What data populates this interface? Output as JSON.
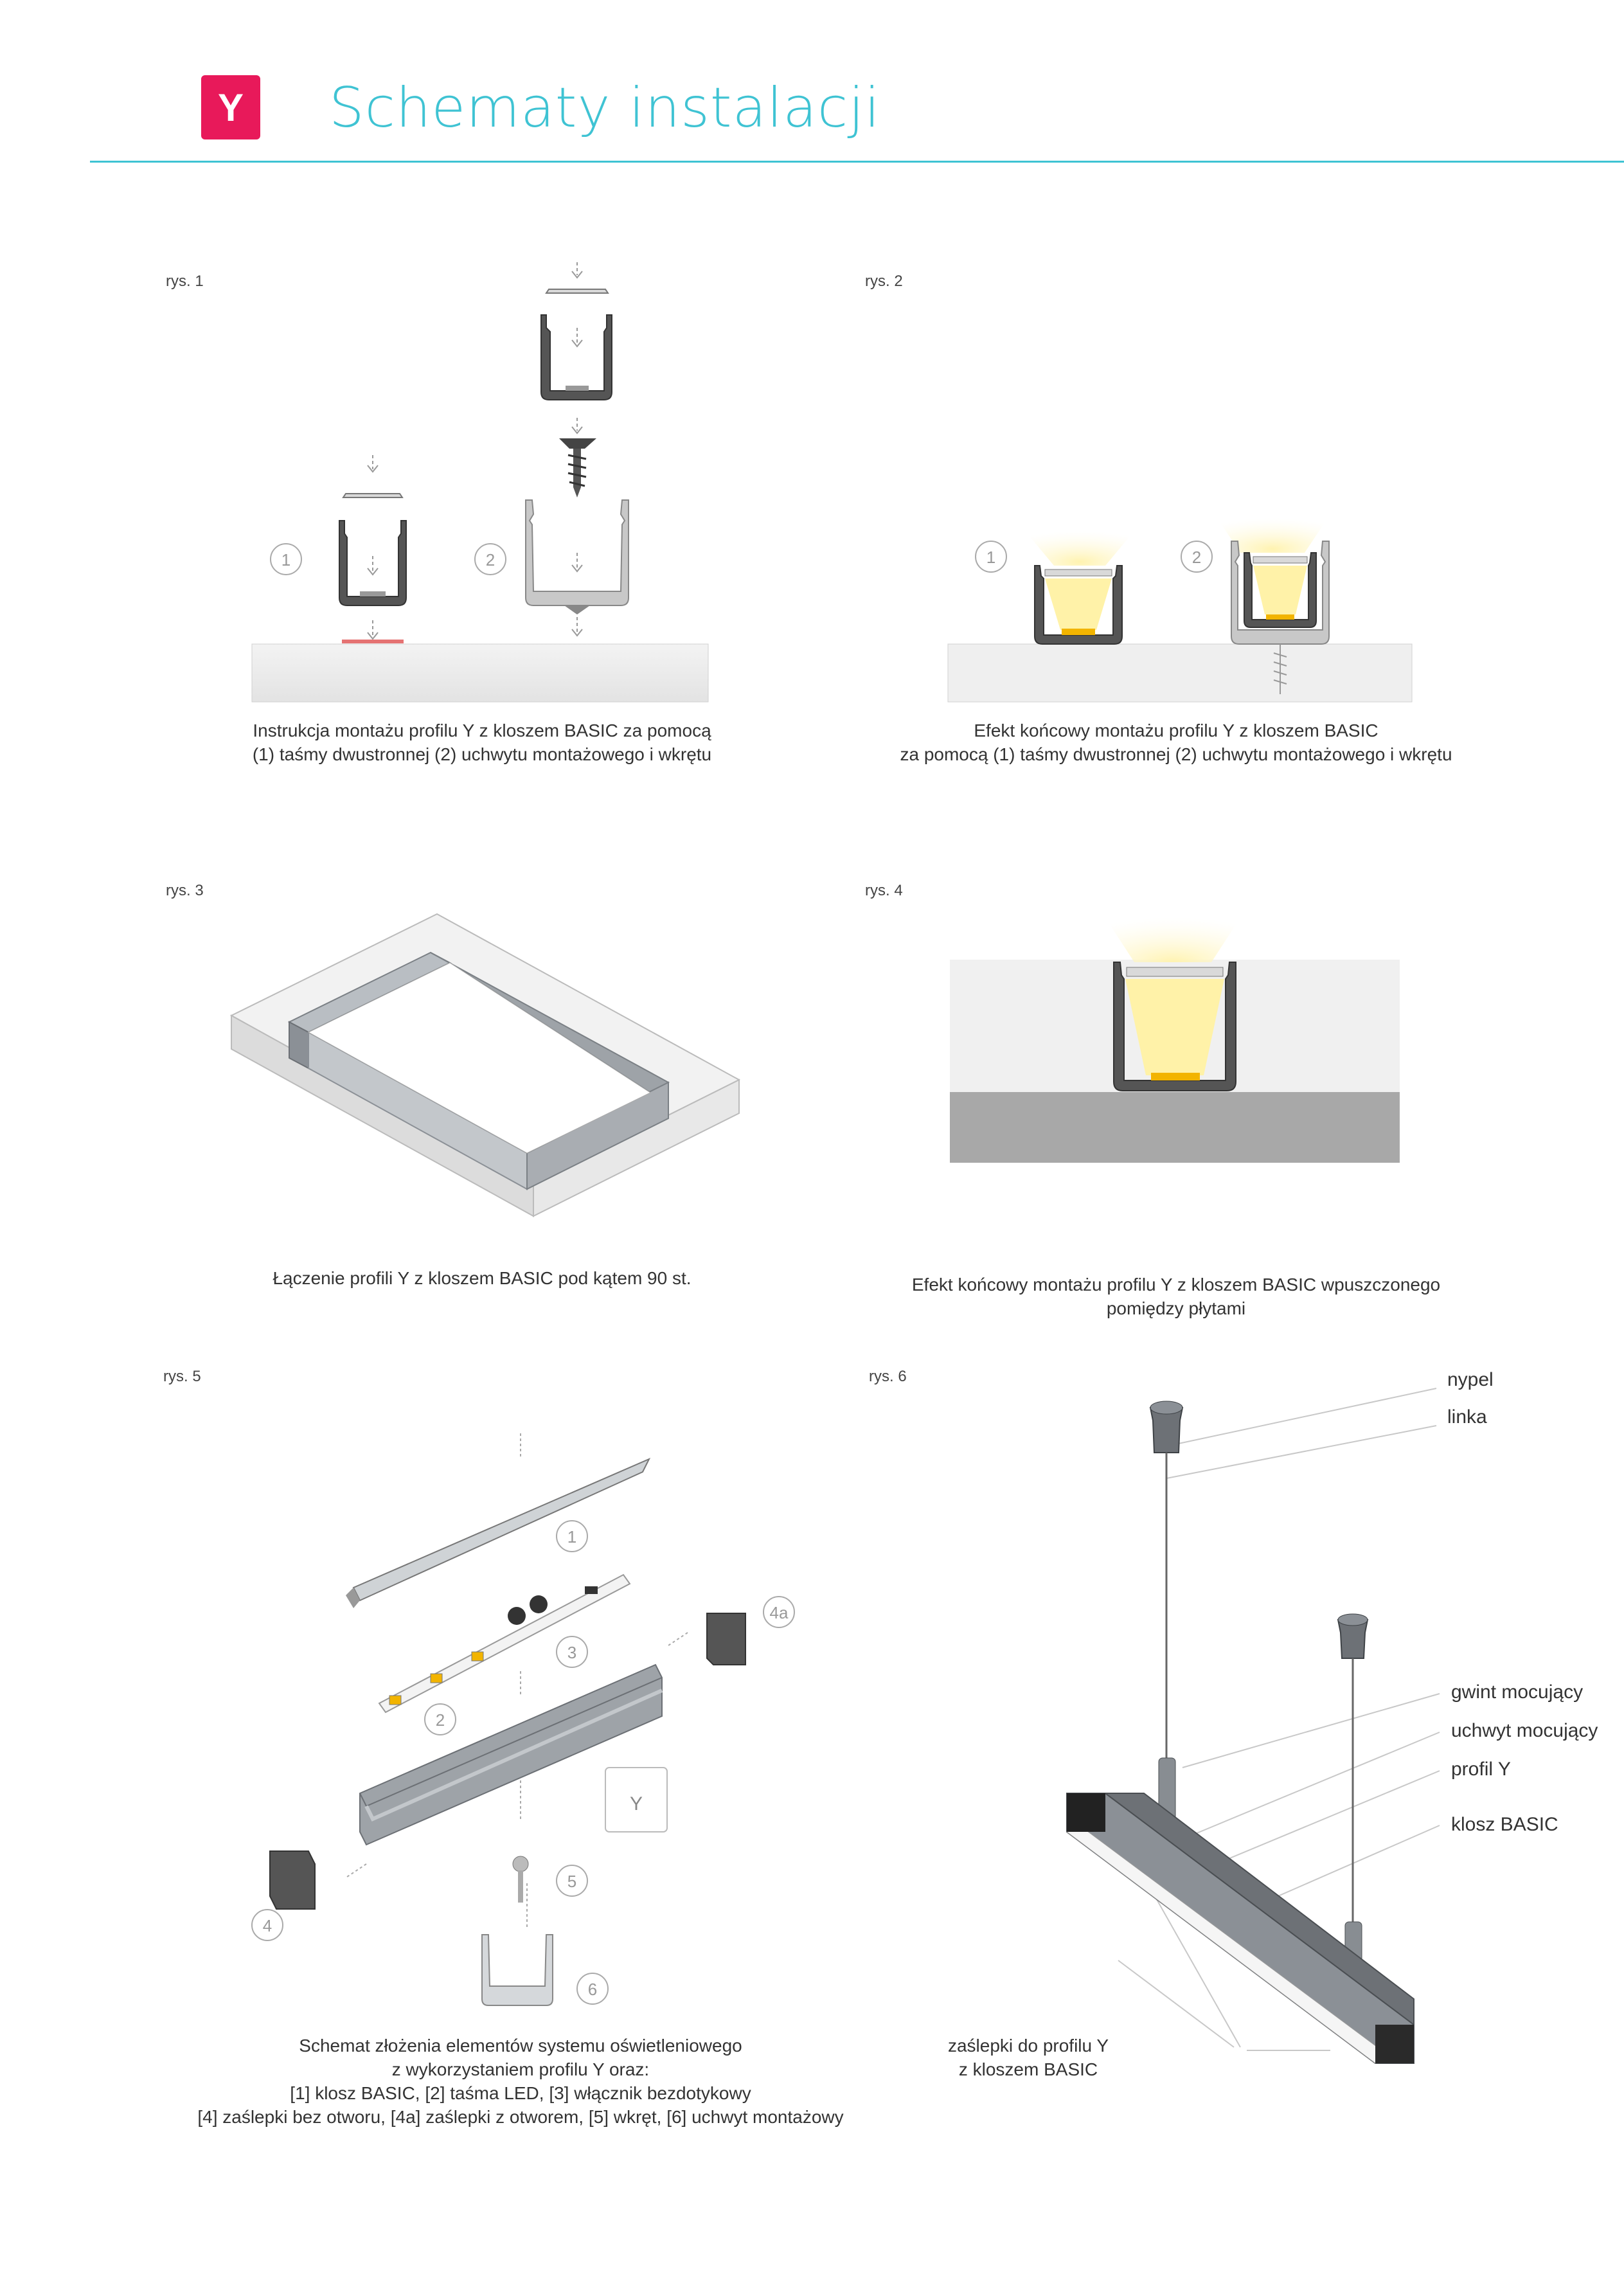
{
  "header": {
    "badge": "Y",
    "title": "Schematy instalacji"
  },
  "figures": {
    "fig1": {
      "label": "rys. 1",
      "markers": [
        "1",
        "2"
      ],
      "caption": [
        "Instrukcja montażu profilu Y z kloszem BASIC za pomocą",
        "(1) taśmy dwustronnej (2) uchwytu montażowego i wkrętu"
      ]
    },
    "fig2": {
      "label": "rys. 2",
      "markers": [
        "1",
        "2"
      ],
      "caption": [
        "Efekt końcowy montażu profilu Y z kloszem BASIC",
        "za pomocą (1) taśmy dwustronnej (2) uchwytu montażowego i wkrętu"
      ]
    },
    "fig3": {
      "label": "rys. 3",
      "caption": [
        "Łączenie profili Y z kloszem BASIC pod kątem 90 st."
      ]
    },
    "fig4": {
      "label": "rys. 4",
      "caption": [
        "Efekt końcowy montażu profilu Y z kloszem BASIC wpuszczonego",
        "pomiędzy płytami"
      ]
    },
    "fig5": {
      "label": "rys. 5",
      "markers": [
        "1",
        "3",
        "2",
        "4a",
        "4",
        "5",
        "6"
      ],
      "y_tag": "Y",
      "caption": [
        "Schemat złożenia elementów systemu oświetleniowego",
        "z wykorzystaniem profilu Y oraz:",
        "[1] klosz BASIC, [2] taśma LED, [3] włącznik bezdotykowy",
        "[4] zaślepki bez otworu, [4a] zaślepki z otworem, [5] wkręt, [6] uchwyt montażowy"
      ]
    },
    "fig6": {
      "label": "rys. 6",
      "callouts": [
        "nypel",
        "linka",
        "gwint mocujący",
        "uchwyt mocujący",
        "profil Y",
        "klosz BASIC"
      ],
      "bottom_callout": [
        "zaślepki do profilu Y",
        "z kloszem BASIC"
      ]
    }
  },
  "colors": {
    "accent": "#3fc3d3",
    "badge": "#e8195a",
    "led": "#f2b400",
    "tape": "#e57373"
  }
}
